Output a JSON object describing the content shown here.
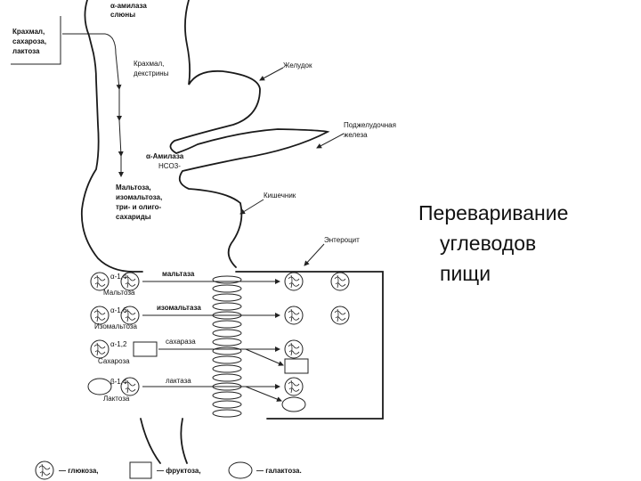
{
  "slide": {
    "title_lines": [
      "Переваривание",
      "углеводов",
      "пищи"
    ]
  },
  "diagram": {
    "label_amylase_saliva": [
      "α-амилаза",
      "слюны"
    ],
    "label_food": [
      "Крахмал,",
      "сахароза,",
      "лактоза"
    ],
    "label_starch_dextrins": [
      "Крахмал,",
      "декстрины"
    ],
    "label_stomach": "Желудок",
    "label_pancreas": [
      "Поджелудочная",
      "железа"
    ],
    "label_pancreatic_amylase": "α-Амилаза",
    "label_bicarbonate": "HCO3-",
    "label_products": [
      "Мальтоза,",
      "изомальтоза,",
      "три- и олиго-",
      "сахариды"
    ],
    "label_intestine": "Кишечник",
    "label_enterocyte": "Энтероцит",
    "substrates": [
      {
        "name": "Мальтоза",
        "bond": "α-1,4",
        "enzyme": "мальтаза"
      },
      {
        "name": "Изомальтоза",
        "bond": "α-1,6",
        "enzyme": "изомальтаза"
      },
      {
        "name": "Сахароза",
        "bond": "α-1,2",
        "enzyme": "сахараза"
      },
      {
        "name": "Лактоза",
        "bond": "β-1,4",
        "enzyme": "лактаза"
      }
    ],
    "legend": {
      "glucose": "— глюкоза,",
      "fructose": "— фруктоза,",
      "galactose": "— галактоза."
    }
  }
}
